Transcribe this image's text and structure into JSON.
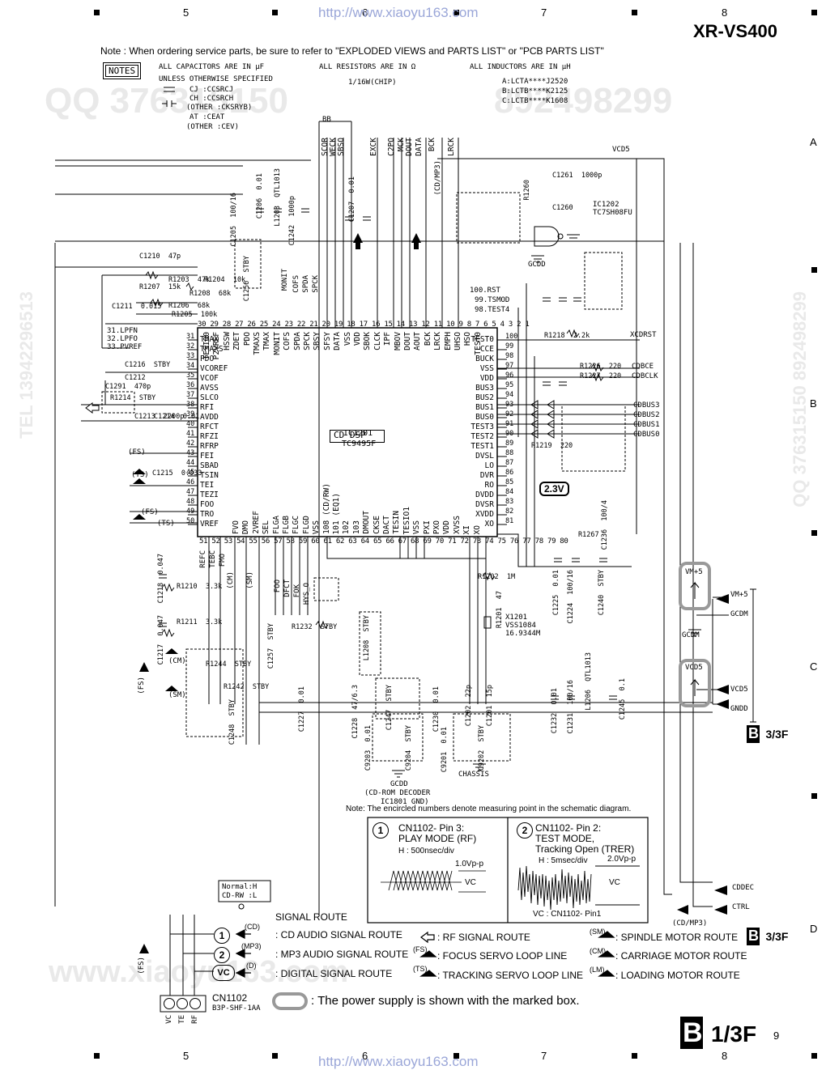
{
  "header": {
    "model": "XR-VS400",
    "url_top": "http://www.xiaoyu163.com",
    "url_bottom": "http://www.xiaoyu163.com",
    "grid_cols": [
      "5",
      "6",
      "7",
      "8"
    ],
    "grid_rows": [
      "A",
      "B",
      "C",
      "D"
    ],
    "page_number": "9",
    "note": "Note : When ordering service parts, be sure to refer to \"EXPLODED VIEWS and PARTS LIST\" or \"PCB PARTS LIST\""
  },
  "watermarks": [
    "QQ 376315150",
    "892498299",
    "TEL 13942296513",
    "QQ 376315150  892498299",
    "www.xiaoyu163.com"
  ],
  "notes": {
    "tag": "NOTES",
    "cap_line1": "ALL CAPACITORS ARE IN µF",
    "cap_line2": "UNLESS OTHERWISE SPECIFIED",
    "cj": "CJ  :CCSRCJ",
    "ch": "CH  :CCSRCH",
    "other1": "(OTHER  :CKSRYB)",
    "at": "AT  :CEAT",
    "other2": "(OTHER  :CEV)",
    "res_line1": "ALL RESISTORS ARE IN Ω",
    "res_line2": "1/16W(CHIP)",
    "ind_line1": "ALL INDUCTORS ARE IN µH",
    "ind_a": "A:LCTA****J2520",
    "ind_b": "B:LCTB****K2125",
    "ind_c": "C:LCTB****K1608"
  },
  "ic": {
    "ref": "IC1201",
    "part": "TC9495F",
    "label": "CD DSP",
    "left_pins": [
      {
        "n": "31",
        "name": "TMAX"
      },
      {
        "n": "32",
        "name": "TMAXS"
      },
      {
        "n": "33",
        "name": "PDO"
      },
      {
        "n": "34",
        "name": "VCOREF"
      },
      {
        "n": "35",
        "name": "VCOF"
      },
      {
        "n": "36",
        "name": "AVSS"
      },
      {
        "n": "37",
        "name": "SLCO"
      },
      {
        "n": "38",
        "name": "RFI"
      },
      {
        "n": "39",
        "name": "AVDD"
      },
      {
        "n": "40",
        "name": "RFCT"
      },
      {
        "n": "41",
        "name": "RFZI"
      },
      {
        "n": "42",
        "name": "RFRP"
      },
      {
        "n": "43",
        "name": "FEI"
      },
      {
        "n": "44",
        "name": "SBAD"
      },
      {
        "n": "45",
        "name": "TSIN"
      },
      {
        "n": "46",
        "name": "TEI"
      },
      {
        "n": "47",
        "name": "TEZI"
      },
      {
        "n": "48",
        "name": "FOO"
      },
      {
        "n": "49",
        "name": "TRO"
      },
      {
        "n": "50",
        "name": "VREF"
      }
    ],
    "right_pins": [
      {
        "n": "100",
        "name": "TEST0"
      },
      {
        "n": "99",
        "name": "CCE"
      },
      {
        "n": "98",
        "name": "BUCK"
      },
      {
        "n": "97",
        "name": "VSS"
      },
      {
        "n": "96",
        "name": "VDD"
      },
      {
        "n": "95",
        "name": "BUS3"
      },
      {
        "n": "94",
        "name": "BUS2"
      },
      {
        "n": "93",
        "name": "BUS1"
      },
      {
        "n": "92",
        "name": "BUS0"
      },
      {
        "n": "91",
        "name": "TEST3"
      },
      {
        "n": "90",
        "name": "TEST2"
      },
      {
        "n": "89",
        "name": "TEST1"
      },
      {
        "n": "88",
        "name": "DVSL"
      },
      {
        "n": "87",
        "name": "LO"
      },
      {
        "n": "86",
        "name": "DVR"
      },
      {
        "n": "85",
        "name": "RO"
      },
      {
        "n": "84",
        "name": "DVDD"
      },
      {
        "n": "83",
        "name": "DVSR"
      },
      {
        "n": "82",
        "name": "XVDD"
      },
      {
        "n": "81",
        "name": "XO"
      }
    ],
    "top_pins": [
      "TESIO0",
      "P2VREF",
      "HSSW",
      "ZDET",
      "PDO",
      "TMAXS",
      "TMAX",
      "MONIT",
      "COFS",
      "SPDA",
      "SPCK",
      "SBSY",
      "SFSY",
      "DATA",
      "VSS",
      "VDD",
      "SBOK",
      "CLCK",
      "IPF",
      "MBOV",
      "DOUT",
      "AOUT",
      "BCK",
      "LRCK",
      "EMPH",
      "UHSO",
      "HSO",
      "TEST0"
    ],
    "bottom_pins": [
      "FVO",
      "DMO",
      "2VREF",
      "SEL",
      "FLGA",
      "FLGB",
      "FLGC",
      "FLGD",
      "VSS",
      "108 (CD/RW)",
      "101 (EQ1)",
      "102",
      "103",
      "DMOUT",
      "CKSE",
      "DACT",
      "TESIN",
      "TESIO1",
      "VSS",
      "PXI",
      "PXO",
      "VDD",
      "XVSS",
      "XI",
      "XO"
    ],
    "top_numbers": "30 29 28 27 26 25 24 23 22 21 20 19 18 17 16 15 14 13 12 11 10 9 8 7 6 5 4 3 2 1",
    "bottom_numbers": "51 52 53 54 55 56 57 58 59 60 61 62 63 64 65 66 67 68 69 70 71 72 73 74 75 76 77 78 79 80"
  },
  "top_signals": [
    "SCOR",
    "WECK",
    "SBSO",
    "EXCK",
    "C2PO",
    "MCK",
    "DOUT",
    "DATA",
    "BCK",
    "LRCK"
  ],
  "labels": {
    "bb": "BB",
    "vcd5_top": "VCD5",
    "cdmp3": "(CD/MP3)",
    "xcdrst": "XCDRST",
    "cdbce": "CDBCE",
    "cdbclk": "CDBCLK",
    "cdbus3": "CDBUS3",
    "cdbus2": "CDBUS2",
    "cdbus1": "CDBUS1",
    "cdbus0": "CDBUS0",
    "rst100": "100.RST",
    "tsmod99": "99.TSMOD",
    "test4": "98.TEST4",
    "lpfn": "31.LPFN",
    "lpfo": "32.LPFO",
    "pvref": "33.PVREF",
    "monit": "MONIT",
    "cofs": "COFS",
    "spda": "SPDA",
    "spck": "SPCK",
    "foo": "FOO",
    "dfct": "DFCT",
    "fok": "FOK",
    "hys": "HYS_O",
    "v23": "2.3V",
    "gcdd": "GCDD",
    "gcdd2": "GCDD",
    "cdrom": "(CD-ROM DECODER",
    "ic1801": "IC1801 GND)",
    "chassis": "CHASSIS",
    "ic1202": "IC1202",
    "ic1202_part": "TC7SH08FU",
    "x1201": "X1201",
    "x1201_part": "VSS1084",
    "x1201_freq": "16.9344M",
    "normal": "Normal:H",
    "cdrw": "CD-RW  :L",
    "fs1": "(FS)",
    "ts1": "(TS)",
    "fs2": "(FS)",
    "ts2": "(TS)",
    "cm1": "(CM)",
    "sm1": "(SM)",
    "cm2": "(CM)",
    "sm2": "(SM)",
    "fs3": "(FS)",
    "fs4": "(FS)",
    "refc": "REFC",
    "tebc": "TEBC",
    "fmo": "FMO"
  },
  "connectors": {
    "vm5_box": "VM+5",
    "vm5": "VM+5",
    "gcdm": "GCDM",
    "gcdm2": "GCDM",
    "vcd5_box": "VCD5",
    "vcd5": "VCD5",
    "gndd": "GNDD",
    "b3f_top": "B",
    "b3f_top_sfx": "3/3F",
    "cddec": "CDDEC",
    "ctrl": "CTRL",
    "cdmp3_bot": "(CD/MP3)",
    "b3f_bot": "B",
    "b3f_bot_sfx": "3/3F",
    "cn1102": "CN1102",
    "cn1102_part": "B3P-SHF-1AA",
    "cn_pins": [
      "VC",
      "TE",
      "RF"
    ]
  },
  "parts": {
    "c1206": "C1206  0.01",
    "l1203": "L1203  QTL1013",
    "c1205": "C1205  100/16",
    "c1242": "C1242  1000p",
    "c1207": "C1207  0.01",
    "c1210": "C1210  47p",
    "c1256": "C1256  STBY",
    "r1207": "R1207  15k",
    "r1203": "R1203  47k",
    "r1204": "R1204  10k",
    "r1208": "R1208  68k",
    "r1206": "R1206  68k",
    "r1205": "R1205  100k",
    "c1211": "C1211  0.015",
    "c1216": "C1216  STBY",
    "c1212": "C1212",
    "c1291": "C1291  470p",
    "r1214": "R1214  STBY",
    "c1213": "C1213  2200p",
    "c1214": "C1214  0.01",
    "c1215": "C1215  0.033",
    "c1261": "C1261  1000p",
    "c1260": "C1260",
    "r1260": "R1260",
    "r1218": "R1218  2.2k",
    "r1226": "R1226  220",
    "r1227": "R1227  220",
    "r1219": "R1219  220",
    "c1236": "C1236  100/4",
    "r1267": "R1267",
    "c1225": "C1225  0.01",
    "c1224": "C1224  100/16",
    "c1240": "C1240  STBY",
    "r1202": "R1202  1M",
    "r1201": "R1201  47",
    "c1218": "C1218  0.047",
    "r1210": "R1210  3.3k",
    "c1217": "C1217  0.047",
    "r1211": "R1211  3.3k",
    "r1244": "R1244  STBY",
    "r1242": "R1242  STBY",
    "c1248": "C1248  STBY",
    "c1257": "C1257  STBY",
    "r1232": "R1232  STBY",
    "l1208": "L1208  STBY",
    "c1227": "C1227  0.01",
    "c1228": "C1228  47/6.3",
    "c1247": "C1247  STBY",
    "c1230": "C1230  0.01",
    "c1202": "C1202  22p",
    "c1201": "C1201  15p",
    "c1232": "C1232  0.01",
    "c1231": "C1231  100/16",
    "l1206": "L1206  QTL1013",
    "c1245": "C1245  0.1",
    "c9203": "C9203  0.01",
    "c9204": "C9204  STBY",
    "c9201": "C9201  0.01",
    "c9202": "C9202  STBY"
  },
  "waveforms": {
    "note": "Note: The encircled numbers denote measuring point in the schematic diagram.",
    "w1_num": "1",
    "w1_title1": "CN1102- Pin 3:",
    "w1_title2": "PLAY MODE (RF)",
    "w1_h": "H : 500nsec/div",
    "w1_vpp": "1.0Vp-p",
    "w1_vc": "VC",
    "w2_num": "2",
    "w2_title1": "CN1102- Pin 2:",
    "w2_title2": "TEST MODE,",
    "w2_title3": "Tracking Open (TRER)",
    "w2_h": "H : 5msec/div",
    "w2_vpp": "2.0Vp-p",
    "w2_vc": "VC",
    "w2_foot": "VC : CN1102- Pin1"
  },
  "legend": {
    "title": "SIGNAL ROUTE",
    "cd_num": "1",
    "cd_tag": "(CD)",
    "cd_text": ": CD AUDIO SIGNAL ROUTE",
    "mp3_num": "2",
    "mp3_tag": "(MP3)",
    "mp3_text": ": MP3 AUDIO SIGNAL ROUTE",
    "vc_num": "VC",
    "d_tag": "(D)",
    "d_text": ": DIGITAL SIGNAL ROUTE",
    "rf_text": ": RF SIGNAL ROUTE",
    "fs_tag": "(FS)",
    "fs_text": ": FOCUS SERVO LOOP LINE",
    "ts_tag": "(TS)",
    "ts_text": ": TRACKING SERVO LOOP LINE",
    "sm_tag": "(SM)",
    "sm_text": ": SPINDLE MOTOR ROUTE",
    "cm_tag": "(CM)",
    "cm_text": ": CARRIAGE MOTOR ROUTE",
    "lm_tag": "(LM)",
    "lm_text": ": LOADING MOTOR ROUTE",
    "power_note": ": The power supply is shown with the marked box."
  },
  "footer": {
    "b": "B",
    "sfx": "1/3F"
  }
}
